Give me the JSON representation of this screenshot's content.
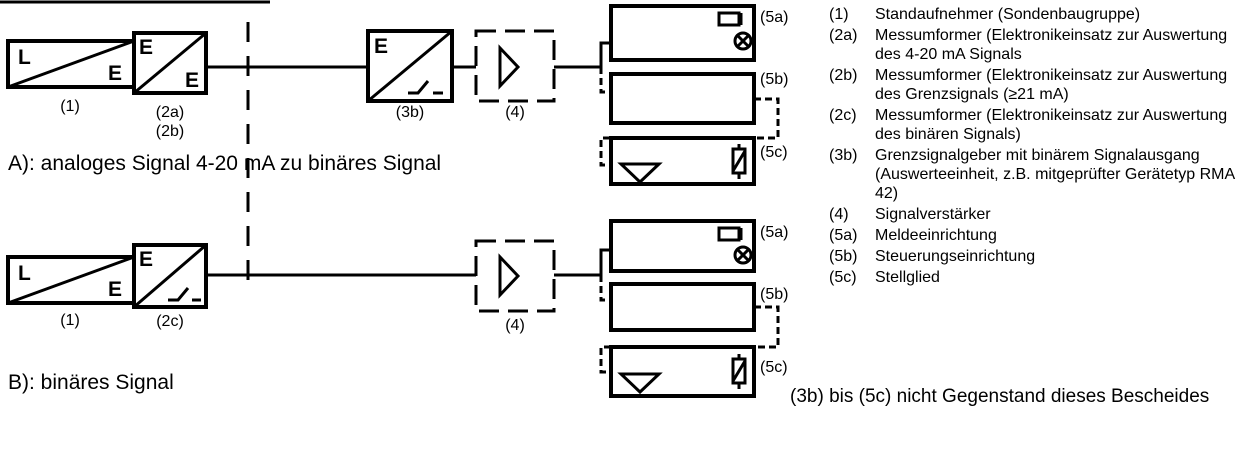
{
  "header_title": "",
  "section_a": {
    "title": "A): analoges Signal 4-20 mA zu binäres Signal",
    "blocks": {
      "sensor": {
        "letter_top": "L",
        "letter_bottom": "E",
        "caption": "(1)"
      },
      "transducer": {
        "letter_top": "E",
        "letter_bottom": "E",
        "caption_1": "(2a)",
        "caption_2": "(2b)"
      },
      "limit_signal": {
        "letter_top": "E",
        "caption": "(3b)"
      },
      "amplifier": {
        "caption": "(4)"
      },
      "outputs": {
        "signal": "(5a)",
        "control": "(5b)",
        "actuator": "(5c)"
      }
    }
  },
  "section_b": {
    "title": "B): binäres Signal",
    "blocks": {
      "sensor": {
        "letter_top": "L",
        "letter_bottom": "E",
        "caption": "(1)"
      },
      "transducer": {
        "letter_top": "E",
        "caption": "(2c)"
      },
      "amplifier": {
        "caption": "(4)"
      },
      "outputs": {
        "signal": "(5a)",
        "control": "(5b)",
        "actuator": "(5c)"
      }
    }
  },
  "legend": [
    {
      "key": "(1)",
      "text": "Standaufnehmer (Sondenbaugruppe)"
    },
    {
      "key": "(2a)",
      "text": "Messumformer (Elektronikeinsatz zur Auswertung des 4-20 mA Signals"
    },
    {
      "key": "(2b)",
      "text": "Messumformer (Elektronikeinsatz zur Auswertung des Grenzsignals (≥21 mA)"
    },
    {
      "key": "(2c)",
      "text": "Messumformer (Elektronikeinsatz zur Auswertung des binären Signals)"
    },
    {
      "key": "(3b)",
      "text": "Grenzsignalgeber mit binärem Signalausgang (Auswerteeinheit, z.B. mitgeprüfter Gerätetyp RMA 42)"
    },
    {
      "key": "(4)",
      "text": "Signalverstärker"
    },
    {
      "key": "(5a)",
      "text": "Meldeeinrichtung"
    },
    {
      "key": "(5b)",
      "text": "Steuerungseinrichtung"
    },
    {
      "key": "(5c)",
      "text": "Stellglied"
    }
  ],
  "footnote": "(3b) bis (5c) nicht Gegenstand dieses Bescheides"
}
